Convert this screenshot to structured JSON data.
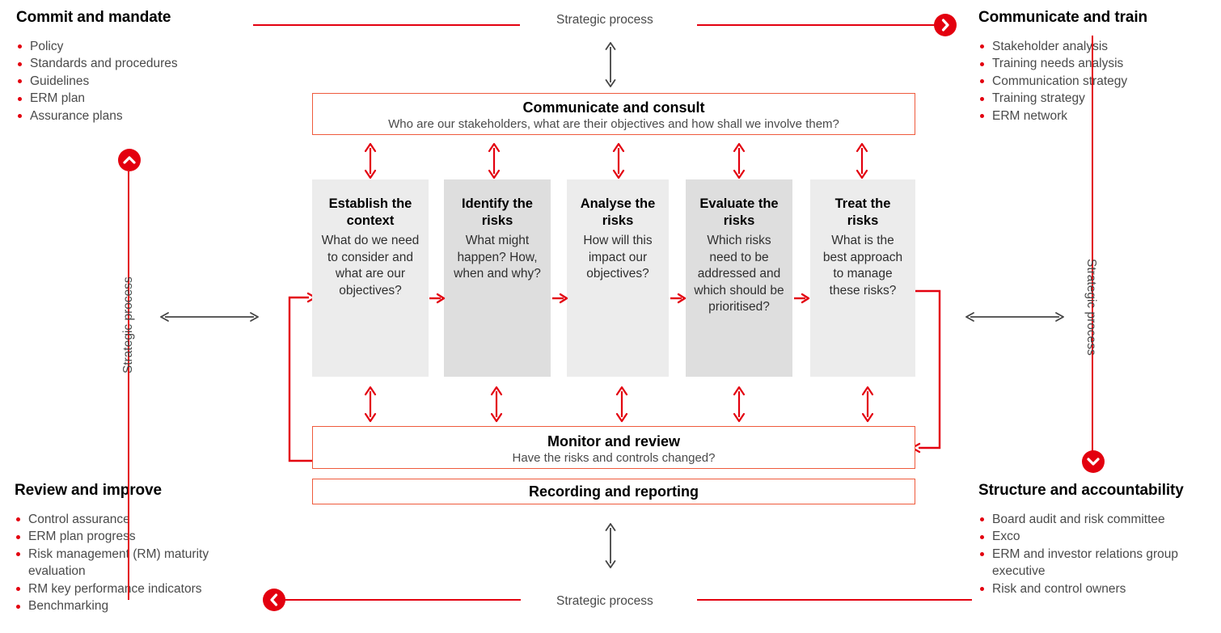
{
  "corners": {
    "top_left": {
      "title": "Commit and mandate",
      "items": [
        "Policy",
        "Standards and procedures",
        "Guidelines",
        "ERM plan",
        "Assurance plans"
      ]
    },
    "top_right": {
      "title": "Communicate and train",
      "items": [
        "Stakeholder analysis",
        "Training needs analysis",
        "Communication strategy",
        "Training strategy",
        "ERM network"
      ]
    },
    "bottom_left": {
      "title": "Review and improve",
      "items": [
        "Control assurance",
        "ERM plan progress",
        "Risk management (RM) maturity evaluation",
        "RM key performance indicators",
        "Benchmarking"
      ]
    },
    "bottom_right": {
      "title": "Structure and accountability",
      "items": [
        "Board audit and risk committee",
        "Exco",
        "ERM and investor relations group executive",
        "Risk and control owners"
      ]
    }
  },
  "banners": {
    "consult": {
      "title": "Communicate and consult",
      "subtitle": "Who are our stakeholders, what are their objectives and how shall we involve them?"
    },
    "monitor": {
      "title": "Monitor and review",
      "subtitle": "Have the risks and controls changed?"
    },
    "record": {
      "title": "Recording and reporting"
    }
  },
  "process_steps": [
    {
      "title": "Establish the context",
      "question": "What do we need to consider and what are our objectives?"
    },
    {
      "title": "Identify the risks",
      "question": "What might happen? How, when and why?"
    },
    {
      "title": "Analyse the risks",
      "question": "How will this impact our objectives?"
    },
    {
      "title": "Evaluate the risks",
      "question": "Which risks need to be addressed and which should be prioritised?"
    },
    {
      "title": "Treat the risks",
      "question": "What is the best approach to manage these risks?"
    }
  ],
  "strategic_process_labels": {
    "top": "Strategic process",
    "bottom": "Strategic process",
    "left": "Strategic process",
    "right": "Strategic process"
  },
  "colors": {
    "red": "#e3000f",
    "box_border": "#ef5a3c",
    "box_fill_light": "#ececec",
    "box_fill_dark": "#dedede",
    "gray_arrow": "#444444",
    "text": "#4a4a4a"
  }
}
